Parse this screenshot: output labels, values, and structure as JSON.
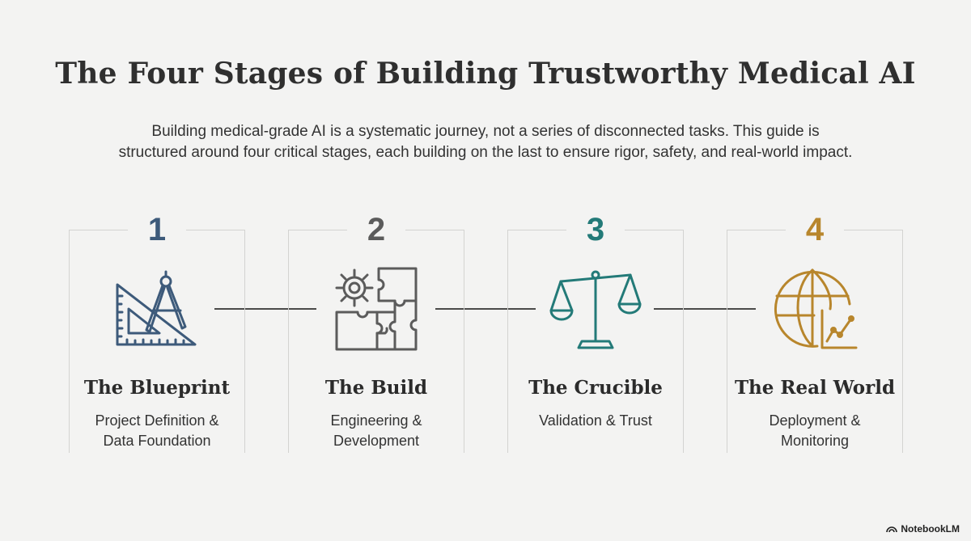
{
  "title": "The Four Stages of Building Trustworthy Medical AI",
  "intro": {
    "line1": "Building medical-grade AI is a systematic journey, not a series of disconnected tasks. This guide is",
    "line2": "structured around four critical stages, each building on the last to ensure rigor, safety, and real-world impact."
  },
  "stages": [
    {
      "number": "1",
      "name": "The Blueprint",
      "desc1": "Project Definition &",
      "desc2": "Data Foundation",
      "color": "#3d5a7a",
      "icon": "drafting-tools-icon"
    },
    {
      "number": "2",
      "name": "The Build",
      "desc1": "Engineering &",
      "desc2": "Development",
      "color": "#5b5b5b",
      "icon": "gear-puzzle-icon"
    },
    {
      "number": "3",
      "name": "The Crucible",
      "desc1": "Validation & Trust",
      "desc2": "",
      "color": "#237a78",
      "icon": "balance-scale-icon"
    },
    {
      "number": "4",
      "name": "The Real World",
      "desc1": "Deployment &",
      "desc2": "Monitoring",
      "color": "#b8862c",
      "icon": "globe-chart-icon"
    }
  ],
  "brand": {
    "label": "NotebookLM"
  }
}
